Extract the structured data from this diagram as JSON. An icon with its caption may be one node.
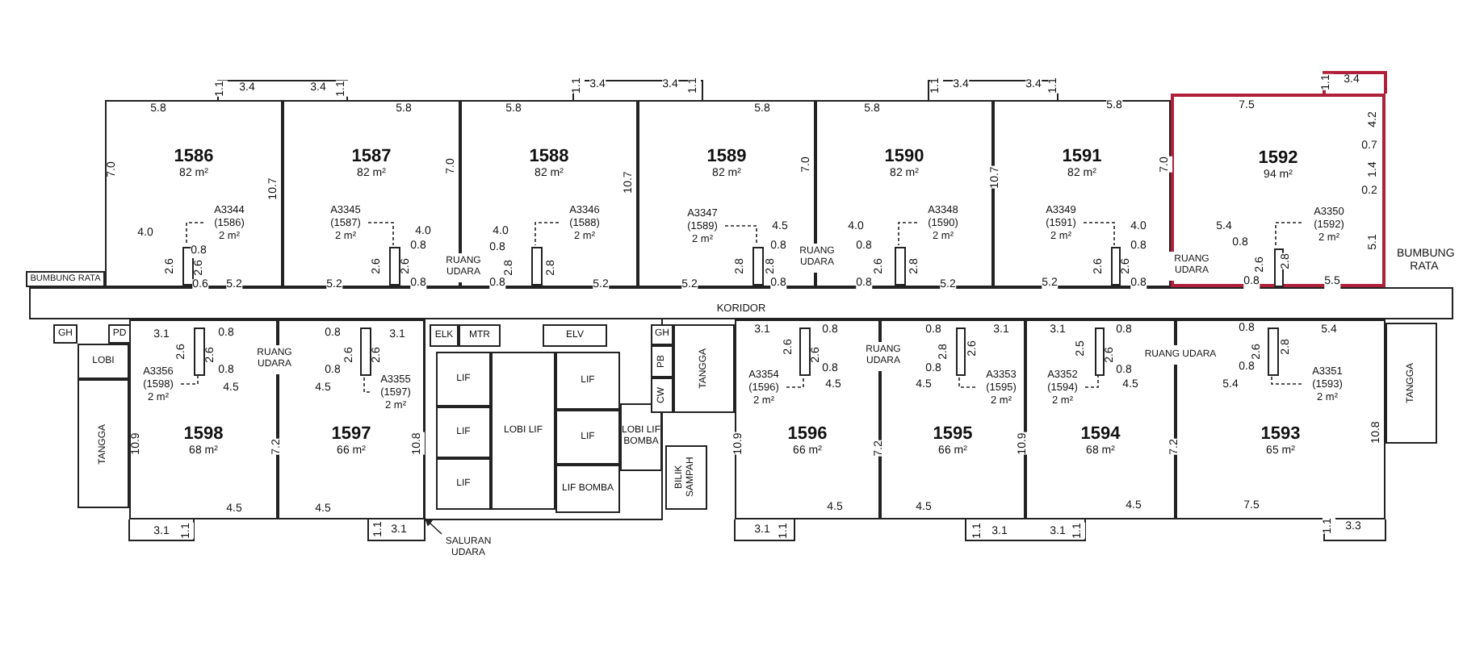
{
  "diagram": {
    "nodes": [
      {
        "text": [
          "1586",
          "82 m²"
        ]
      },
      {
        "text": [
          "1587",
          "82 m²"
        ]
      },
      {
        "text": [
          "1588",
          "82 m²"
        ]
      },
      {
        "text": [
          "1589",
          "82 m²"
        ]
      },
      {
        "text": [
          "1590",
          "82 m²"
        ]
      },
      {
        "text": [
          "1591",
          "82 m²"
        ]
      },
      {
        "text": [
          "1592",
          "94 m²"
        ]
      },
      {
        "text": [
          "RUANG UDARA"
        ]
      },
      {
        "text": [
          "RUANG UDARA"
        ]
      },
      {
        "text": [
          "RUANG UDARA"
        ]
      },
      {
        "text": [
          "BUMBUNG RATA"
        ]
      },
      {
        "text": [
          "KORIDOR"
        ]
      },
      {
        "text": [
          "GH"
        ]
      },
      {
        "text": [
          "PD"
        ]
      },
      {
        "text": [
          "LOBI"
        ]
      },
      {
        "text": [
          "TANGGA"
        ]
      },
      {
        "text": [
          "RUANG UDARA"
        ]
      },
      {
        "text": [
          "ELK"
        ]
      },
      {
        "text": [
          "MTR"
        ]
      },
      {
        "text": [
          "ELV"
        ]
      },
      {
        "text": [
          "LIF"
        ]
      },
      {
        "text": [
          "LIF"
        ]
      },
      {
        "text": [
          "LIF"
        ]
      },
      {
        "text": [
          "LOBI LIF"
        ]
      },
      {
        "text": [
          "LIF"
        ]
      },
      {
        "text": [
          "LIF"
        ]
      },
      {
        "text": [
          "LIF BOMBA"
        ]
      },
      {
        "text": [
          "LOBI LIF BOMBA"
        ]
      },
      {
        "text": [
          "GH"
        ]
      },
      {
        "text": [
          "PB"
        ]
      },
      {
        "text": [
          "CW"
        ]
      },
      {
        "text": [
          "TANGGA"
        ]
      },
      {
        "text": [
          "BILIK SAMPAH"
        ]
      },
      {
        "text": [
          "RUANG UDARA"
        ]
      },
      {
        "text": [
          "RUANG UDARA"
        ]
      },
      {
        "text": [
          "TANGGA"
        ]
      },
      {
        "text": [
          "1598",
          "68 m²"
        ]
      },
      {
        "text": [
          "1597",
          "66 m²"
        ]
      },
      {
        "text": [
          "1596",
          "66 m²"
        ]
      },
      {
        "text": [
          "1595",
          "66 m²"
        ]
      },
      {
        "text": [
          "1594",
          "68 m²"
        ]
      },
      {
        "text": [
          "1593",
          "65 m²"
        ]
      },
      {
        "text": [
          "SALURAN UDARA"
        ]
      },
      {
        "text": [
          "A3344",
          "(1586)",
          "2 m²"
        ],
        "in": 0
      },
      {
        "text": [
          "A3345",
          "(1587)",
          "2 m²"
        ],
        "in": 1
      },
      {
        "text": [
          "A3346",
          "(1588)",
          "2 m²"
        ],
        "in": 2
      },
      {
        "text": [
          "A3347",
          "(1589)",
          "2 m²"
        ],
        "in": 3
      },
      {
        "text": [
          "A3348",
          "(1590)",
          "2 m²"
        ],
        "in": 4
      },
      {
        "text": [
          "A3349",
          "(1591)",
          "2 m²"
        ],
        "in": 5
      },
      {
        "text": [
          "A3350",
          "(1592)",
          "2 m²"
        ],
        "in": 6
      },
      {
        "text": [
          "A3351",
          "(1593)",
          "2 m²"
        ],
        "in": 41
      },
      {
        "text": [
          "A3352",
          "(1594)",
          "2 m²"
        ],
        "in": 40
      },
      {
        "text": [
          "A3353",
          "(1595)",
          "2 m²"
        ],
        "in": 39
      },
      {
        "text": [
          "A3354",
          "(1596)",
          "2 m²"
        ],
        "in": 38
      },
      {
        "text": [
          "A3355",
          "(1597)",
          "2 m²"
        ],
        "in": 37
      },
      {
        "text": [
          "A3356",
          "(1598)",
          "2 m²"
        ],
        "in": 36
      },
      {
        "text": [],
        "shape": "box",
        "in": 0
      },
      {
        "text": [],
        "shape": "box",
        "in": 1
      },
      {
        "text": [],
        "shape": "box",
        "in": 2
      },
      {
        "text": [],
        "shape": "box",
        "in": 3
      },
      {
        "text": [],
        "shape": "box",
        "in": 4
      },
      {
        "text": [],
        "shape": "box",
        "in": 5
      },
      {
        "text": [],
        "shape": "box",
        "in": 6
      },
      {
        "text": [],
        "shape": "box",
        "in": 41
      },
      {
        "text": [],
        "shape": "box",
        "in": 40
      },
      {
        "text": [],
        "shape": "box",
        "in": 39
      },
      {
        "text": [],
        "shape": "box",
        "in": 38
      },
      {
        "text": [],
        "shape": "box",
        "in": 37
      },
      {
        "text": [],
        "shape": "box",
        "in": 36
      }
    ],
    "edges": [
      {
        "from": 43,
        "to": 56,
        "arrow": "none",
        "style": "dashed"
      },
      {
        "from": 44,
        "to": 57,
        "arrow": "none",
        "style": "dashed"
      },
      {
        "from": 45,
        "to": 58,
        "arrow": "none",
        "style": "dashed"
      },
      {
        "from": 46,
        "to": 59,
        "arrow": "none",
        "style": "dashed"
      },
      {
        "from": 47,
        "to": 60,
        "arrow": "none",
        "style": "dashed"
      },
      {
        "from": 48,
        "to": 61,
        "arrow": "none",
        "style": "dashed"
      },
      {
        "from": 49,
        "to": 62,
        "arrow": "none",
        "style": "dashed"
      },
      {
        "from": 50,
        "to": 63,
        "arrow": "none",
        "style": "dashed"
      },
      {
        "from": 51,
        "to": 64,
        "arrow": "none",
        "style": "dashed"
      },
      {
        "from": 52,
        "to": 65,
        "arrow": "none",
        "style": "dashed"
      },
      {
        "from": 53,
        "to": 66,
        "arrow": "none",
        "style": "dashed"
      },
      {
        "from": 54,
        "to": 67,
        "arrow": "none",
        "style": "dashed"
      },
      {
        "from": 55,
        "to": 68,
        "arrow": "none",
        "style": "dashed"
      },
      {
        "from": 42,
        "to": 37,
        "arrow": "to"
      }
    ],
    "labels": [
      "1.1",
      "3.4",
      "3.4",
      "1.1",
      "1.1",
      "3.4",
      "3.4",
      "1.1",
      "1.1",
      "3.4",
      "3.4",
      "1.1",
      "1.1",
      "3.4",
      "5.8",
      "5.8",
      "5.8",
      "5.8",
      "5.8",
      "5.8",
      "7.5",
      "4.2",
      "0.7",
      "1.4",
      "0.2",
      "7.0",
      "10.7",
      "7.0",
      "10.7",
      "7.0",
      "10.7",
      "7.0",
      "5.1",
      "4.0",
      "4.0",
      "4.0",
      "4.5",
      "4.0",
      "4.0",
      "5.4",
      "0.8",
      "2.6",
      "2.6",
      "0.6",
      "5.2",
      "5.2",
      "2.6",
      "2.6",
      "0.8",
      "0.8",
      "0.8",
      "2.8",
      "2.8",
      "0.8",
      "5.2",
      "5.2",
      "2.8",
      "2.8",
      "0.8",
      "0.8",
      "0.8",
      "2.6",
      "2.8",
      "0.8",
      "5.2",
      "5.2",
      "2.6",
      "2.6",
      "0.8",
      "0.8",
      "0.8",
      "2.6",
      "2.8",
      "0.8",
      "5.5",
      "BUMBUNG RATA",
      "3.1",
      "2.6",
      "2.6",
      "0.8",
      "0.8",
      "0.8",
      "2.6",
      "2.6",
      "3.1",
      "0.8",
      "4.5",
      "4.5",
      "3.1",
      "2.6",
      "2.6",
      "0.8",
      "0.8",
      "0.8",
      "2.8",
      "2.6",
      "0.8",
      "3.1",
      "3.1",
      "2.5",
      "2.6",
      "0.8",
      "0.8",
      "0.8",
      "2.6",
      "2.8",
      "0.8",
      "5.4",
      "4.5",
      "4.5",
      "4.5",
      "5.4",
      "10.9",
      "7.2",
      "10.8",
      "10.9",
      "7.2",
      "10.9",
      "7.2",
      "10.8",
      "4.5",
      "4.5",
      "4.5",
      "4.5",
      "4.5",
      "7.5",
      "3.1",
      "1.1",
      "1.1",
      "3.1",
      "3.1",
      "1.1",
      "1.1",
      "3.1",
      "3.1",
      "1.1",
      "1.1",
      "3.3"
    ]
  }
}
